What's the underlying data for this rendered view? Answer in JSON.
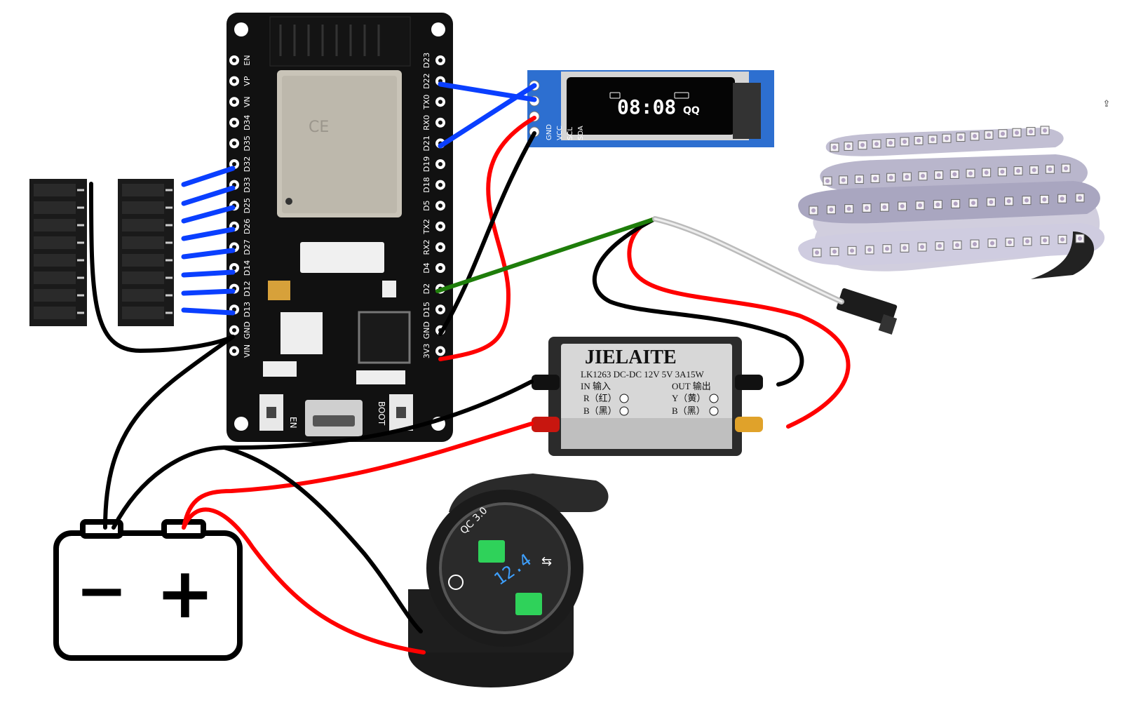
{
  "esp32": {
    "left_pins": [
      "EN",
      "VP",
      "VN",
      "D34",
      "D35",
      "D32",
      "D33",
      "D25",
      "D26",
      "D27",
      "D14",
      "D12",
      "D13",
      "GND",
      "VIN"
    ],
    "right_pins": [
      "D23",
      "D22",
      "TX0",
      "RX0",
      "D21",
      "D19",
      "D18",
      "D5",
      "TX2",
      "RX2",
      "D4",
      "D2",
      "D15",
      "GND",
      "3V3"
    ],
    "button_en": "EN",
    "button_boot": "BOOT"
  },
  "oled": {
    "pins": [
      "GND",
      "VCC",
      "SCL",
      "SDA"
    ],
    "time": "08:08",
    "label": "QQ"
  },
  "converter": {
    "brand": "JIELAITE",
    "spec": "LK1263  DC-DC 12V 5V 3A15W",
    "in_label": "IN  输入",
    "out_label": "OUT  输出",
    "in_r": "R（红）",
    "in_b": "B（黑）",
    "out_y": "Y（黄）",
    "out_b": "B（黑）"
  },
  "usb_socket": {
    "badge": "QC 3.0",
    "voltage": "12.4"
  },
  "battery": {
    "minus": "−",
    "plus": "+"
  },
  "icons": {
    "share": "share-icon"
  },
  "colors": {
    "wire_blue": "#0a3fff",
    "wire_red": "#ff0000",
    "wire_black": "#000000",
    "wire_green": "#1e7d0a",
    "board": "#111111",
    "oled_pcb": "#2d6fd0",
    "display_text": "#3ea0ff",
    "usb_green": "#2fd25a"
  }
}
